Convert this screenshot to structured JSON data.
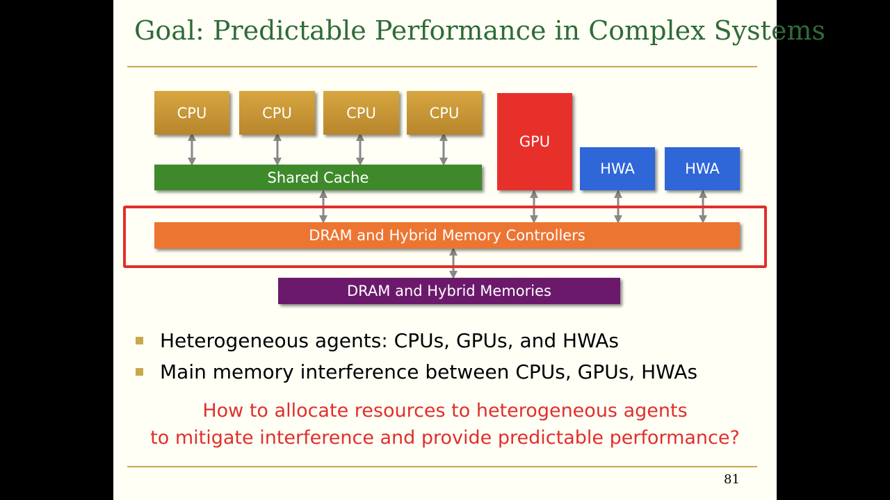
{
  "title": "Goal: Predictable Performance in Complex Systems",
  "diagram": {
    "cpu_labels": [
      "CPU",
      "CPU",
      "CPU",
      "CPU"
    ],
    "gpu_label": "GPU",
    "hwa_labels": [
      "HWA",
      "HWA"
    ],
    "shared_cache_label": "Shared Cache",
    "controllers_label": "DRAM and Hybrid Memory Controllers",
    "memories_label": "DRAM and Hybrid Memories",
    "colors": {
      "cpu": "#c99835",
      "shared_cache": "#3e8a2a",
      "gpu": "#e8302a",
      "hwa": "#2f66d8",
      "controllers": "#ec7532",
      "memories": "#6b1a6b",
      "highlight": "#e02f2a"
    }
  },
  "bullets": [
    "Heterogeneous agents: CPUs, GPUs, and HWAs",
    "Main memory interference between CPUs, GPUs, HWAs"
  ],
  "question": {
    "line1": "How to allocate resources to heterogeneous agents",
    "line2": "to mitigate interference and provide predictable performance?"
  },
  "page_number": "81"
}
